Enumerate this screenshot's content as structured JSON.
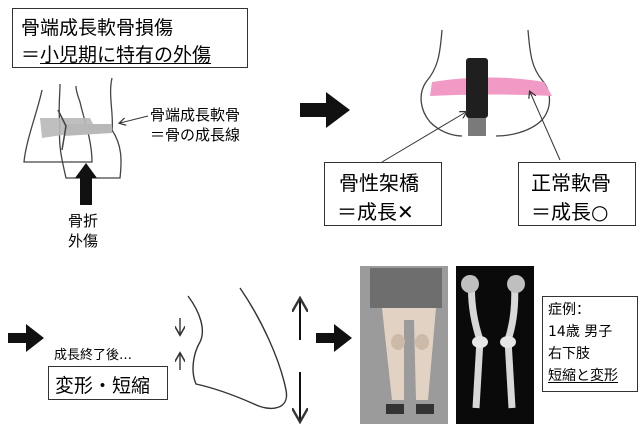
{
  "title_box": {
    "line1": "骨端成長軟骨損傷",
    "line2_prefix": "＝",
    "line2_underlined": "小児期に特有の外傷"
  },
  "cartilage_label": {
    "line1": "骨端成長軟骨",
    "line2": "＝骨の成長線"
  },
  "injury_label": {
    "line1": "骨折",
    "line2": "外傷"
  },
  "bridge_box": {
    "line1": "骨性架橋",
    "line2": "＝成長✕"
  },
  "normal_box": {
    "line1": "正常軟骨",
    "line2": "＝成長○"
  },
  "after_growth_label": "成長終了後…",
  "deformity_box": "変形・短縮",
  "case_box": {
    "line1": "症例：",
    "line2": "14歳 男子",
    "line3": "右下肢",
    "line4": "短縮と変形"
  },
  "colors": {
    "growth_plate_pink": "#f29ac6",
    "growth_plate_gray": "#b8b8b8",
    "bridge_dark": "#1f1f1f",
    "bridge_gray": "#7a7a7a"
  }
}
